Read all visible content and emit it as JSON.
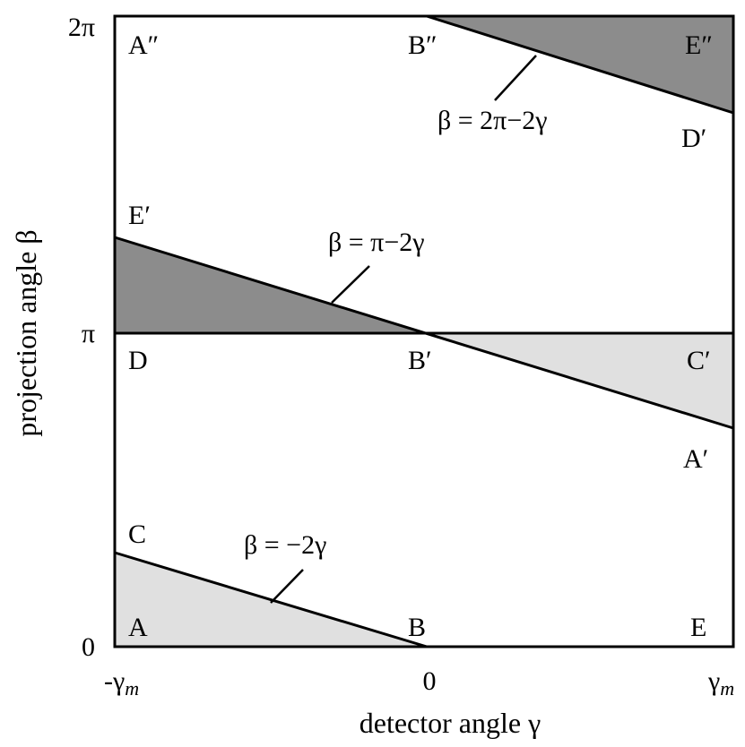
{
  "colors": {
    "background": "#ffffff",
    "frame": "#000000",
    "dark_region": "#8c8c8c",
    "light_region": "#e0e0e0"
  },
  "y_axis": {
    "label": "projection angle β",
    "ticks": {
      "zero": "0",
      "pi": "π",
      "two_pi": "2π"
    }
  },
  "x_axis": {
    "label": "detector angle γ",
    "ticks": {
      "left": "-γ",
      "left_sub": "m",
      "center": "0",
      "right": "γ",
      "right_sub": "m"
    }
  },
  "points": {
    "A": "A",
    "B": "B",
    "C": "C",
    "D": "D",
    "E": "E",
    "A_prime": "A′",
    "B_prime": "B′",
    "C_prime": "C′",
    "D_prime": "D′",
    "E_prime": "E′",
    "A_dprime": "A″",
    "B_dprime": "B″",
    "E_dprime": "E″"
  },
  "lines": {
    "bottom": "β = −2γ",
    "middle": "β = π−2γ",
    "top": "β = 2π−2γ"
  }
}
